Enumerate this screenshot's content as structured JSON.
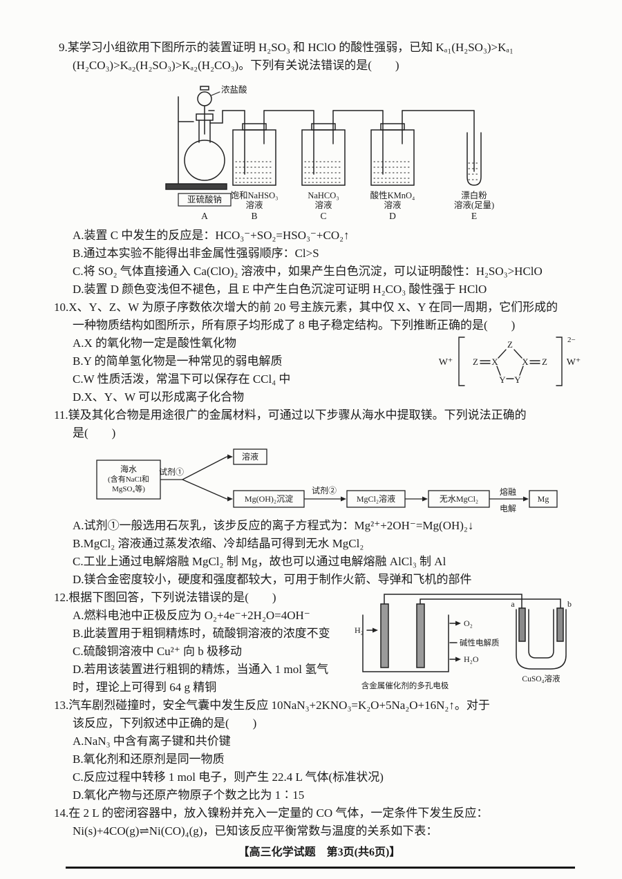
{
  "footer": {
    "text": "【高三化学试题　第3页(共6页)】"
  },
  "q9": {
    "number": "9.",
    "stem_lines": [
      "某学习小组欲用下图所示的装置证明 H₂SO₃ 和 HClO 的酸性强弱，已知 Kₐ₁(H₂SO₃)>Kₐ₁",
      "(H₂CO₃)>Kₐ₂(H₂SO₃)>Kₐ₂(H₂CO₃)。下列有关说法错误的是(　　)"
    ],
    "apparatus": {
      "funnel_reagent": "浓盐酸",
      "flask_reagent": "亚硫酸钠",
      "bottle_b_line1": "饱和NaHSO₃",
      "bottle_b_line2": "溶液",
      "bottle_c_line1": "NaHCO₃",
      "bottle_c_line2": "溶液",
      "bottle_d_line1": "酸性KMnO₄",
      "bottle_d_line2": "溶液",
      "tube_e_line1": "漂白粉",
      "tube_e_line2": "溶液(足量)",
      "letters": [
        "A",
        "B",
        "C",
        "D",
        "E"
      ]
    },
    "options": [
      "A.装置 C 中发生的反应是：HCO₃⁻+SO₂=HSO₃⁻+CO₂↑",
      "B.通过本实验不能得出非金属性强弱顺序：Cl>S",
      "C.将 SO₂ 气体直接通入 Ca(ClO)₂ 溶液中，如果产生白色沉淀，可以证明酸性：H₂SO₃>HClO",
      "D.装置 D 颜色变浅但不褪色，且 E 中产生白色沉淀可证明 H₂CO₃ 酸性强于 HClO"
    ]
  },
  "q10": {
    "number": "10.",
    "stem_lines": [
      "X、Y、Z、W 为原子序数依次增大的前 20 号主族元素，其中仅 X、Y 在同一周期，它们形成的",
      "一种物质结构如图所示，所有原子均形成了 8 电子稳定结构。下列推断正确的是(　　)"
    ],
    "structure": {
      "cation": "W⁺",
      "charge": "2−",
      "z": "Z",
      "x": "X",
      "y": "Y"
    },
    "options": [
      "A.X 的氧化物一定是酸性氧化物",
      "B.Y 的简单氢化物是一种常见的弱电解质",
      "C.W 性质活泼，常温下可以保存在 CCl₄ 中",
      "D.X、Y、W 可以形成离子化合物"
    ]
  },
  "q11": {
    "number": "11.",
    "stem_lines": [
      "镁及其化合物是用途很广的金属材料，可通过以下步骤从海水中提取镁。下列说法正确的",
      "是(　　)"
    ],
    "flowchart": {
      "seawater_line1": "海水",
      "seawater_line2": "(含有NaCl和",
      "seawater_line3": "MgSO₄等)",
      "reagent1": "试剂①",
      "solution": "溶液",
      "precipitate": "Mg(OH)₂沉淀",
      "reagent2": "试剂②",
      "mgcl2_solution": "MgCl₂溶液",
      "anhydrous_mgcl2": "无水MgCl₂",
      "electrolysis_line1": "熔融",
      "electrolysis_line2": "电解",
      "product": "Mg"
    },
    "options": [
      "A.试剂①一般选用石灰乳，该步反应的离子方程式为：Mg²⁺+2OH⁻=Mg(OH)₂↓",
      "B.MgCl₂ 溶液通过蒸发浓缩、冷却结晶可得到无水 MgCl₂",
      "C.工业上通过电解熔融 MgCl₂ 制 Mg，故也可以通过电解熔融 AlCl₃ 制 Al",
      "D.镁合金密度较小，硬度和强度都较大，可用于制作火箭、导弹和飞机的部件"
    ]
  },
  "q12": {
    "number": "12.",
    "stem_lines": [
      "根据下图回答，下列说法错误的是(　　)"
    ],
    "diagram": {
      "h2": "H₂",
      "o2": "O₂",
      "electrolyte": "碱性电解质",
      "h2o": "H₂O",
      "electrode_caption": "含金属催化剂的多孔电极",
      "electrode_a": "a",
      "electrode_b": "b",
      "cuso4": "CuSO₄溶液"
    },
    "options": [
      "A.燃料电池中正极反应为 O₂+4e⁻+2H₂O=4OH⁻",
      "B.此装置用于粗铜精炼时，硫酸铜溶液的浓度不变",
      "C.硫酸铜溶液中 Cu²⁺ 向 b 极移动",
      "D.若用该装置进行粗铜的精炼，当通入 1 mol 氢气时，理论上可得到 64 g 精铜"
    ]
  },
  "q13": {
    "number": "13.",
    "stem_lines": [
      "汽车剧烈碰撞时，安全气囊中发生反应 10NaN₃+2KNO₃=K₂O+5Na₂O+16N₂↑。对于",
      "该反应，下列叙述中正确的是(　　)"
    ],
    "options": [
      "A.NaN₃ 中含有离子键和共价键",
      "B.氧化剂和还原剂是同一物质",
      "C.反应过程中转移 1 mol 电子，则产生 22.4 L 气体(标准状况)",
      "D.氧化产物与还原产物原子个数之比为 1∶15"
    ]
  },
  "q14": {
    "number": "14.",
    "stem_lines": [
      "在 2 L 的密闭容器中，放入镍粉并充入一定量的 CO 气体，一定条件下发生反应：",
      "Ni(s)+4CO(g)⇌Ni(CO)₄(g)，已知该反应平衡常数与温度的关系如下表："
    ]
  }
}
